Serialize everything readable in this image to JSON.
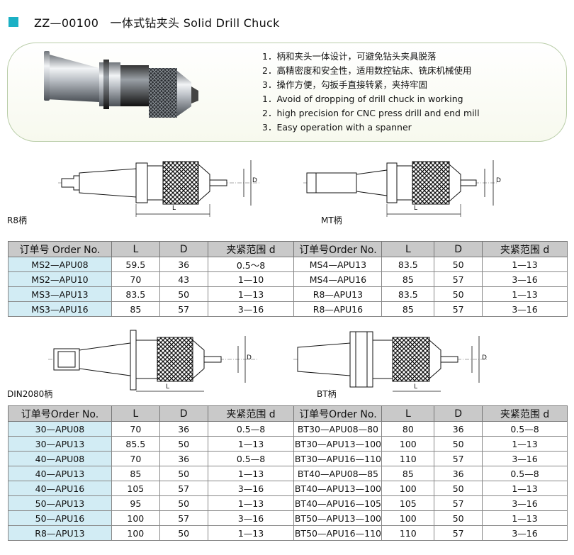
{
  "header": {
    "title": "ZZ—00100　一体式钻夹头 Solid Drill Chuck"
  },
  "features": [
    "1．柄和夹头一体设计，可避免钻头夹具脱落",
    "2．高精密度和安全性，适用数控钻床、铣床机械使用",
    "3．操作方便，勾扳手直接转紧，夹持牢固",
    "1．Avoid of dropping of drill chuck in working",
    "2．high precision for CNC press drill and end mill",
    "3．Easy operation with a spanner"
  ],
  "captions": {
    "r8": "R8柄",
    "mt": "MT柄",
    "din": "DIN2080柄",
    "bt": "BT柄"
  },
  "dims": {
    "l": "L",
    "d": "D"
  },
  "table1": {
    "headers": [
      "订单号 Order No.",
      "L",
      "D",
      "夹紧范围 d",
      "订单号Order No.",
      "L",
      "D",
      "夹紧范围 d"
    ],
    "rows": [
      [
        "MS2—APU08",
        "59.5",
        "36",
        "0.5～8",
        "MS4—APU13",
        "83.5",
        "50",
        "1—13"
      ],
      [
        "MS2—APU10",
        "70",
        "43",
        "1—10",
        "MS4—APU16",
        "85",
        "57",
        "3—16"
      ],
      [
        "MS3—APU13",
        "83.5",
        "50",
        "1—13",
        "R8—APU13",
        "83.5",
        "50",
        "1—13"
      ],
      [
        "MS3—APU16",
        "85",
        "57",
        "3—16",
        "R8—APU16",
        "85",
        "57",
        "3—16"
      ]
    ]
  },
  "table2": {
    "headers": [
      "订单号Order No.",
      "L",
      "D",
      "夹紧范围 d",
      "订单号Order No.",
      "L",
      "D",
      "夹紧范围 d"
    ],
    "rows": [
      [
        "30—APU08",
        "70",
        "36",
        "0.5—8",
        "BT30—APU08—80",
        "80",
        "36",
        "0.5—8"
      ],
      [
        "30—APU13",
        "85.5",
        "50",
        "1—13",
        "BT30—APU13—100",
        "100",
        "50",
        "1—13"
      ],
      [
        "40—APU08",
        "70",
        "36",
        "0.5—8",
        "BT30—APU16—110",
        "110",
        "57",
        "3—16"
      ],
      [
        "40—APU13",
        "85",
        "50",
        "1—13",
        "BT40—APU08—85",
        "85",
        "36",
        "0.5—8"
      ],
      [
        "40—APU16",
        "105",
        "57",
        "3—16",
        "BT40—APU13—100",
        "100",
        "50",
        "1—13"
      ],
      [
        "50—APU13",
        "95",
        "50",
        "1—13",
        "BT40—APU16—105",
        "105",
        "57",
        "3—16"
      ],
      [
        "50—APU16",
        "100",
        "57",
        "3—16",
        "BT50—APU13—100",
        "100",
        "50",
        "1—13"
      ],
      [
        "R8—APU13",
        "100",
        "50",
        "1—13",
        "BT50—APU16—110",
        "110",
        "57",
        "3—16"
      ]
    ]
  }
}
